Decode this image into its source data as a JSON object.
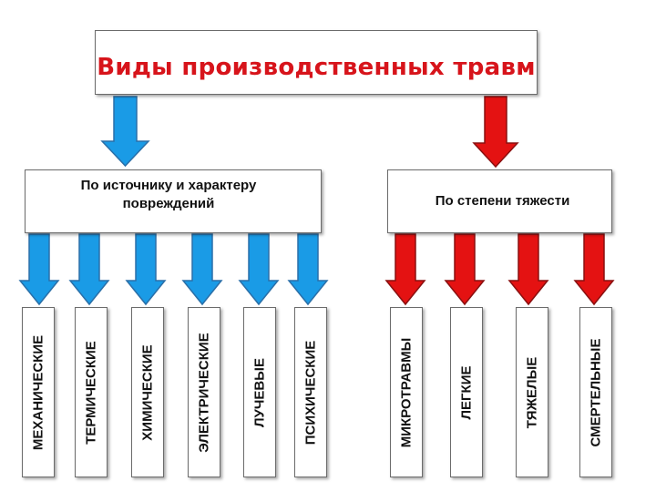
{
  "title": "Виды производственных травм",
  "categories": {
    "source": "По источнику и характеру повреждений",
    "severity": "По степени тяжести"
  },
  "source_types": [
    "МЕХАНИЧЕСКИЕ",
    "ТЕРМИЧЕСКИЕ",
    "ХИМИЧЕСКИЕ",
    "ЭЛЕКТРИЧЕСКИЕ",
    "ЛУЧЕВЫЕ",
    "ПСИХИЧЕСКИЕ"
  ],
  "severity_types": [
    "МИКРОТРАВМЫ",
    "ЛЕГКИЕ",
    "ТЯЖЕЛЫЕ",
    "СМЕРТЕЛЬНЫЕ"
  ],
  "colors": {
    "title": "#d7141b",
    "blue_arrow": "#1a9be6",
    "red_arrow": "#e41212",
    "arrow_outline": "#2a6fa8"
  }
}
